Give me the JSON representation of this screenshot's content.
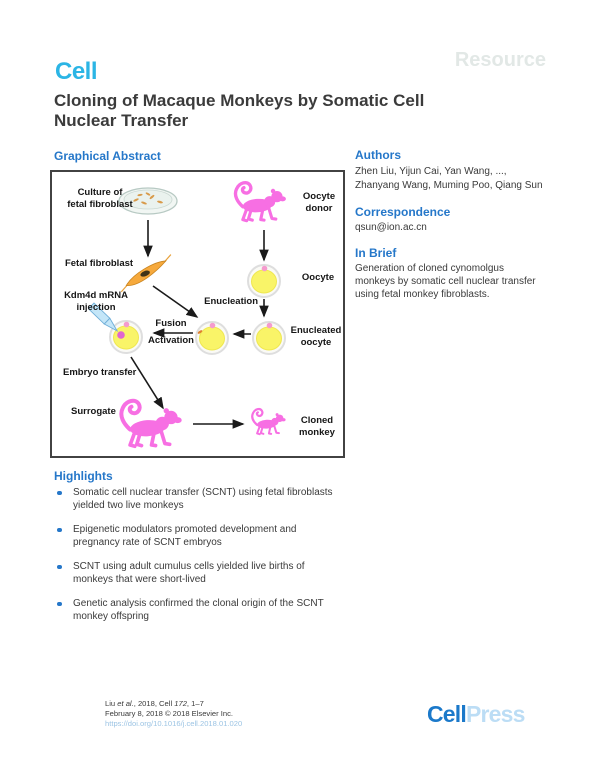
{
  "journal": {
    "logo": "Cell",
    "article_type": "Resource"
  },
  "title": "Cloning of Macaque Monkeys by Somatic Cell\nNuclear Transfer",
  "section_headings": {
    "graphical_abstract": "Graphical Abstract",
    "authors": "Authors",
    "correspondence": "Correspondence",
    "in_brief": "In Brief",
    "highlights": "Highlights"
  },
  "authors_names": "Zhen Liu, Yijun Cai, Yan Wang, ...,\nZhanyang Wang, Muming Poo, Qiang Sun",
  "correspondence_email": "qsun@ion.ac.cn",
  "in_brief_text": "Generation of cloned cynomolgus\nmonkeys by somatic cell nuclear transfer\nusing fetal monkey fibroblasts.",
  "highlights": [
    "Somatic cell nuclear transfer (SCNT) using fetal fibroblasts\nyielded two live monkeys",
    "Epigenetic modulators promoted development and\npregnancy rate of SCNT embryos",
    "SCNT using adult cumulus cells yielded live births of\nmonkeys that were short-lived",
    "Genetic analysis confirmed the clonal origin of the SCNT\nmonkey offspring"
  ],
  "diagram": {
    "labels": {
      "culture": "Culture of\nfetal fibroblast",
      "oocyte_donor": "Oocyte\ndonor",
      "fetal_fibroblast": "Fetal fibroblast",
      "oocyte": "Oocyte",
      "enucleation": "Enucleation",
      "fusion": "Fusion",
      "activation": "Activation",
      "enucleated_oocyte": "Enucleated\noocyte",
      "kdm4d": "Kdm4d mRNA\ninjection",
      "embryo_transfer": "Embryo transfer",
      "surrogate": "Surrogate",
      "cloned_monkey": "Cloned\nmonkey"
    },
    "colors": {
      "monkey_pink": "#f76fe3",
      "oocyte_yellow": "#f9f468",
      "fibroblast_orange": "#f6a93c",
      "needle_blue": "#c4e6f8",
      "arrow_black": "#1a1a1a"
    }
  },
  "footer": {
    "citation": {
      "pre": "Liu ",
      "etal": "et al.",
      "mid": ", 2018, Cell ",
      "volume": "172",
      "end": ", 1–7"
    },
    "date_line": "February 8, 2018 © 2018 Elsevier Inc.",
    "doi": "https://doi.org/10.1016/j.cell.2018.01.020",
    "publisher": {
      "part1": "Cell",
      "part2": "Press"
    }
  },
  "colors": {
    "heading_blue": "#2577c9",
    "logo_cyan": "#2bb5e5",
    "cellpress_blue": "#1b79ca",
    "cellpress_light": "#bcddf5",
    "doi_link": "#9cc4e4",
    "article_type_gray": "#e2e8e6"
  }
}
